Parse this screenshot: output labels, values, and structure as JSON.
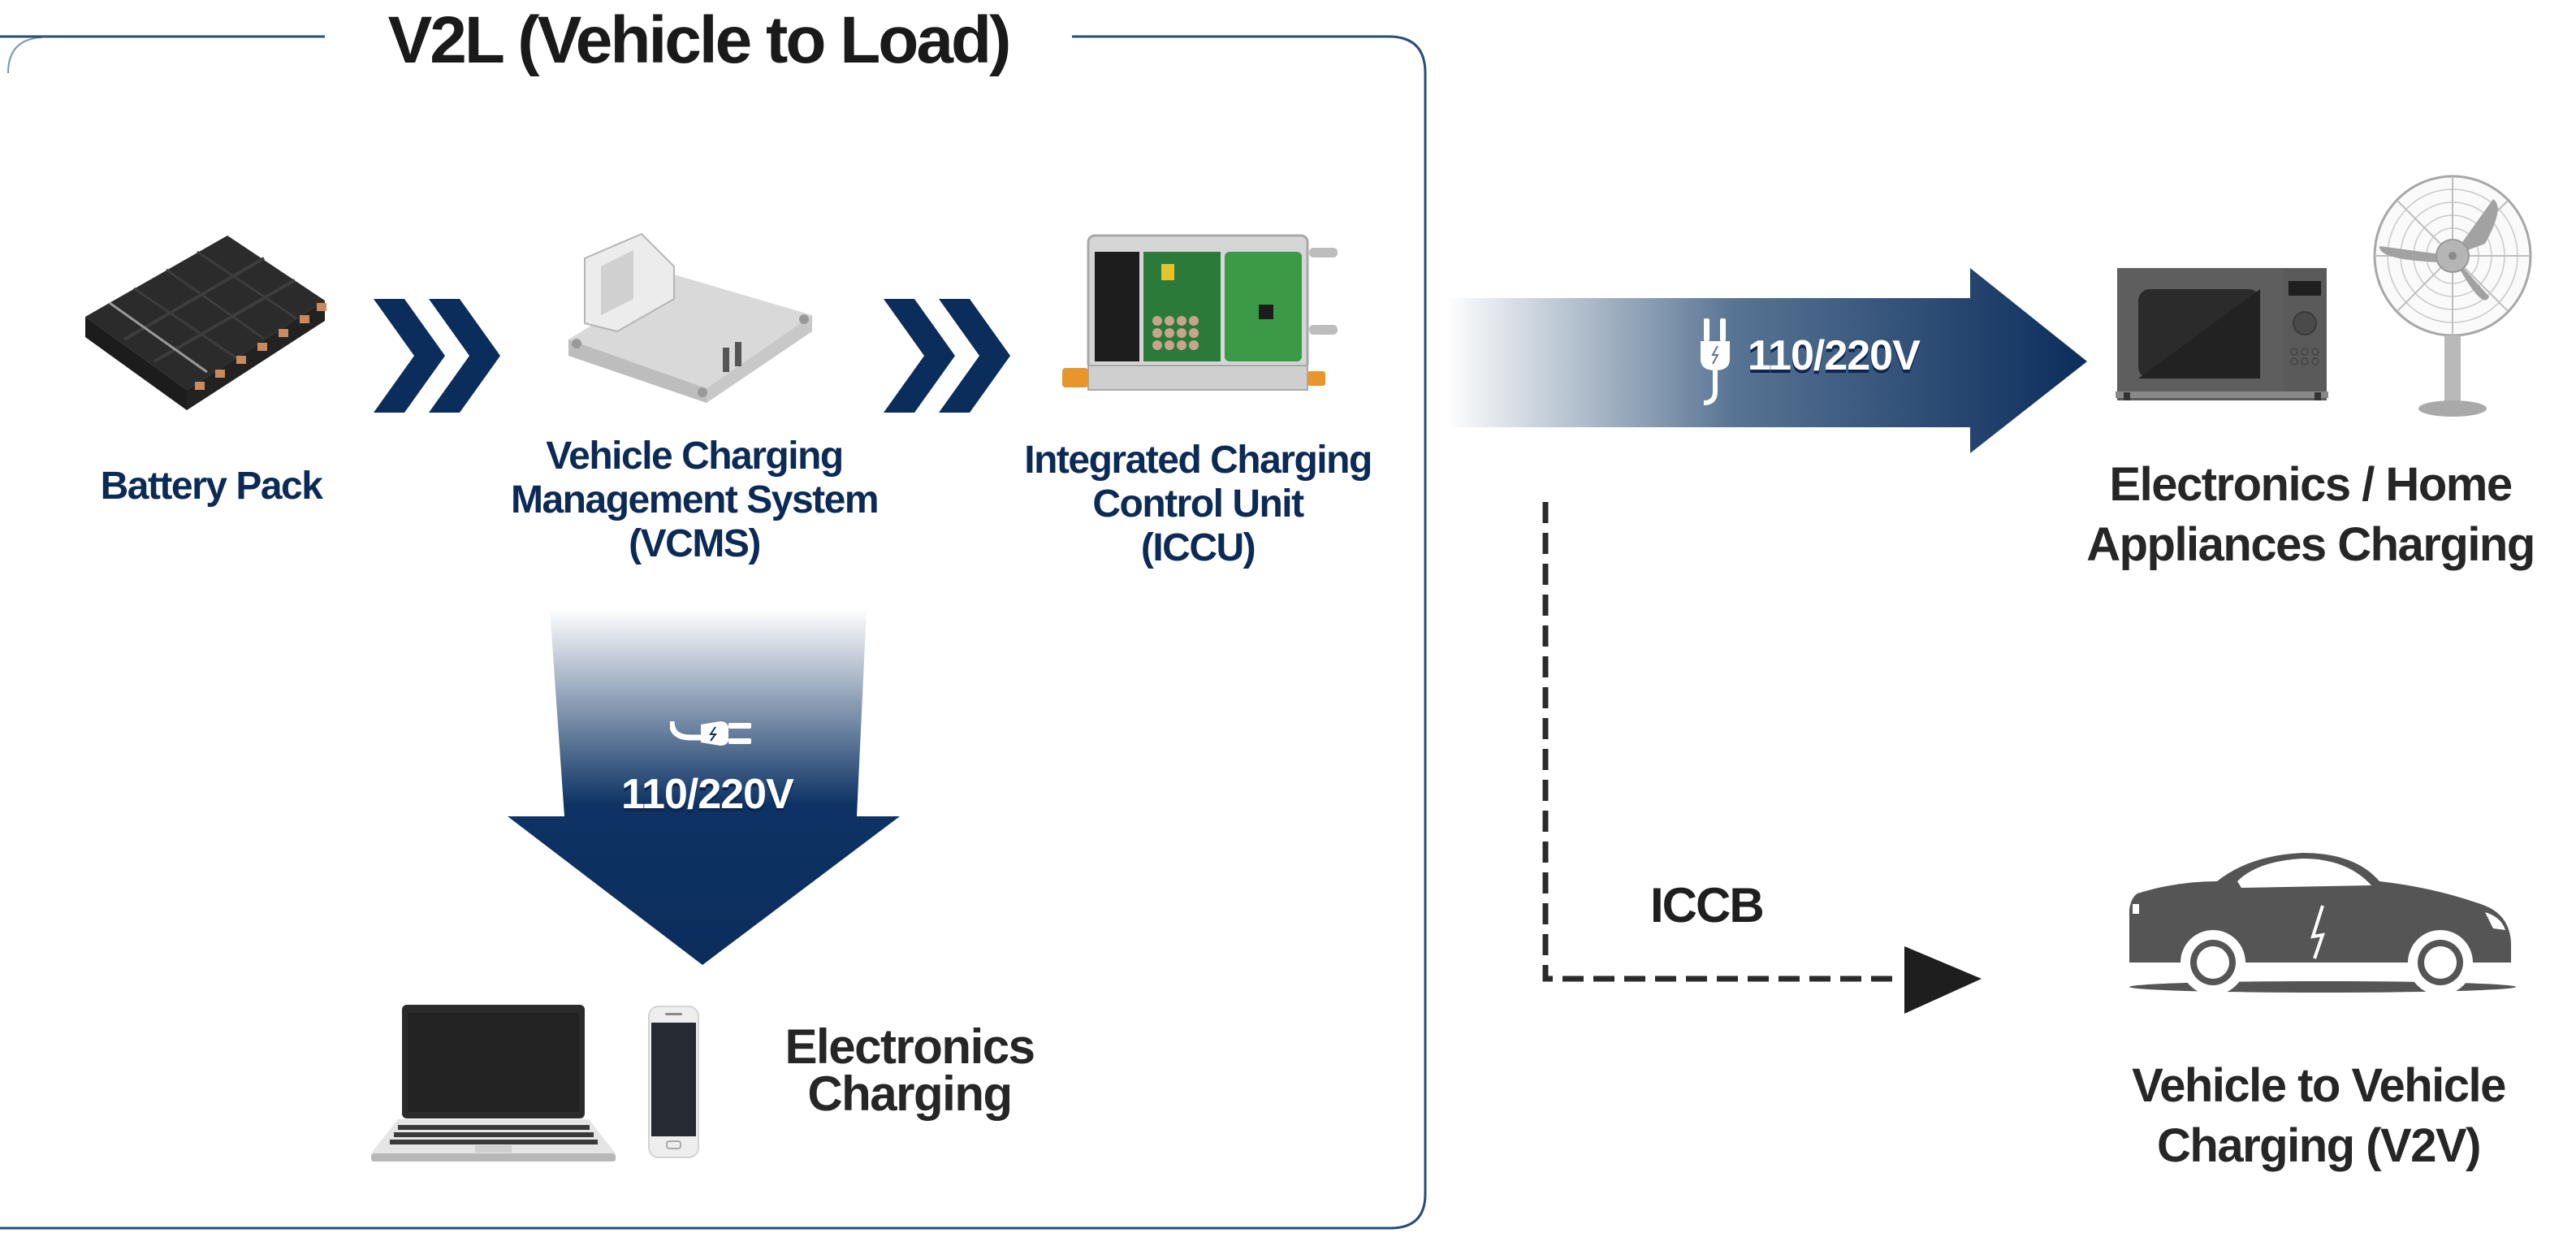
{
  "diagram": {
    "title": "V2L (Vehicle to Load)",
    "components": [
      {
        "id": "battery",
        "label": "Battery Pack"
      },
      {
        "id": "vcms",
        "label_lines": [
          "Vehicle Charging",
          "Management System",
          "(VCMS)"
        ]
      },
      {
        "id": "iccu",
        "label_lines": [
          "Integrated Charging",
          "Control Unit",
          "(ICCU)"
        ]
      }
    ],
    "outputs": {
      "down_arrow": {
        "voltage": "110/220V",
        "icon": "plug-icon"
      },
      "right_arrow": {
        "voltage": "110/220V",
        "icon": "plug-icon"
      },
      "electronics": {
        "label_lines": [
          "Electronics",
          "Charging"
        ],
        "devices": [
          "laptop-icon",
          "smartphone-icon"
        ]
      },
      "appliances": {
        "label_lines": [
          "Electronics / Home",
          "Appliances Charging"
        ],
        "devices": [
          "microwave-icon",
          "fan-icon"
        ]
      },
      "v2v": {
        "connector_label": "ICCB",
        "label_lines": [
          "Vehicle to Vehicle",
          "Charging (V2V)"
        ],
        "device": "electric-car-icon"
      }
    },
    "colors": {
      "navy": "#0b2d5c",
      "label_blue": "#0c2a56",
      "dark_text": "#262626",
      "frame": "#2a4d75",
      "device_gray": "#555555"
    }
  }
}
